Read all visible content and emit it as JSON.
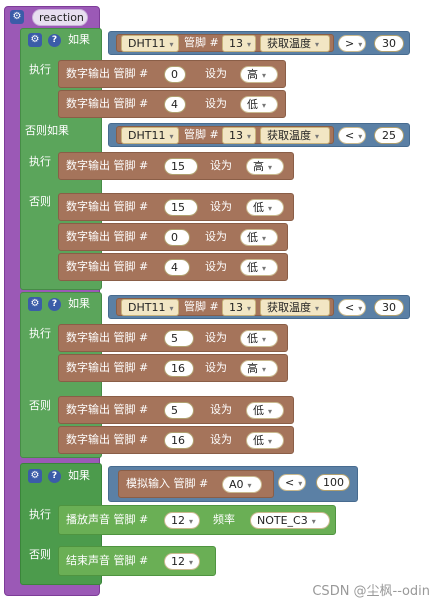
{
  "proc_name": "reaction",
  "if_label": "如果",
  "do_label": "执行",
  "elseif_label": "否则如果",
  "else_label": "否则",
  "sensor": "DHT11",
  "pin_label": "管脚 #",
  "read_temp": "获取温度",
  "set_label": "设为",
  "digital_out": "数字输出 管脚 #",
  "analog_in": "模拟输入 管脚 #",
  "tone_play": "播放声音 管脚 #",
  "freq_label": "频率",
  "tone_stop": "结束声音 管脚 #",
  "ops": {
    "gt": ">",
    "lt": "<"
  },
  "values": {
    "v30": "30",
    "v25": "25",
    "v100": "100",
    "pin13": "13",
    "pin0": "0",
    "pin4": "4",
    "pin15": "15",
    "pin5": "5",
    "pin16": "16",
    "pin12": "12",
    "a0": "A0",
    "note": "NOTE_C3"
  },
  "levels": {
    "high": "高",
    "low": "低"
  },
  "watermark": "CSDN @尘枫--odin",
  "colors": {
    "procedure": "#9b59b6",
    "logic": "#5ba55b",
    "compare": "#5b80a5",
    "io": "#a5745b"
  }
}
